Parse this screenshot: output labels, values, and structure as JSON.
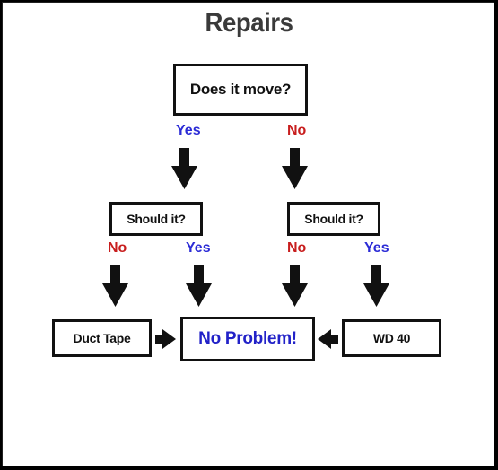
{
  "title": "Repairs",
  "nodes": {
    "q1": "Does it move?",
    "q2_left": "Should it?",
    "q2_right": "Should it?",
    "duct_tape": "Duct Tape",
    "no_problem": "No Problem!",
    "wd40": "WD 40"
  },
  "edges": {
    "q1_yes": "Yes",
    "q1_no": "No",
    "left_no": "No",
    "left_yes": "Yes",
    "right_no": "No",
    "right_yes": "Yes"
  },
  "colors": {
    "yes": "#2b2bd6",
    "no": "#c81e1e",
    "no_problem_text": "#2222c8"
  }
}
